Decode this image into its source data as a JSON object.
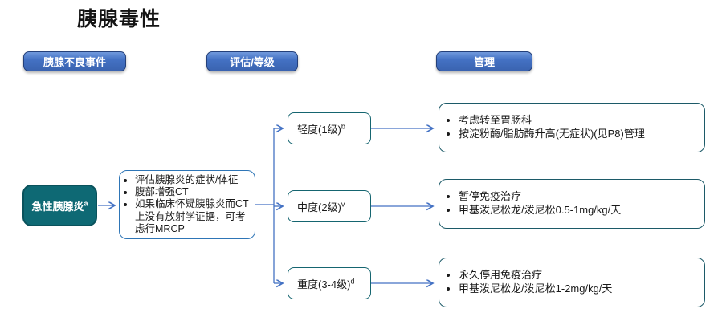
{
  "title": "胰腺毒性",
  "headers": {
    "adverse_event": "胰腺不良事件",
    "assessment": "评估/等级",
    "management": "管理"
  },
  "flow": {
    "start": {
      "label": "急性胰腺炎",
      "superscript": "a"
    },
    "assessment_box": {
      "bullets": [
        "评估胰腺炎的症状/体征",
        "腹部增强CT",
        "如果临床怀疑胰腺炎而CT上没有放射学证据，可考虑行MRCP"
      ]
    },
    "grades": [
      {
        "label": "轻度(1级)",
        "superscript": "b"
      },
      {
        "label": "中度(2级)",
        "superscript": "v"
      },
      {
        "label": "重度(3-4级)",
        "superscript": "d"
      }
    ],
    "management": [
      {
        "bullets": [
          "考虑转至胃肠科",
          "按淀粉酶/脂肪酶升高(无症状)(见P8)管理"
        ]
      },
      {
        "bullets": [
          "暂停免疫治疗",
          "甲基泼尼松龙/泼尼松0.5-1mg/kg/天"
        ]
      },
      {
        "bullets": [
          "永久停用免疫治疗",
          "甲基泼尼松龙/泼尼松1-2mg/kg/天"
        ]
      }
    ]
  },
  "colors": {
    "header_pill": "#4472c4",
    "header_pill_border": "#24407a",
    "start_box_fill": "#0e6974",
    "assessment_border": "#2e75b6",
    "grade_border": "#156570",
    "management_border": "#1c5a68",
    "connector": "#4472c4",
    "text": "#1a1a1a"
  }
}
